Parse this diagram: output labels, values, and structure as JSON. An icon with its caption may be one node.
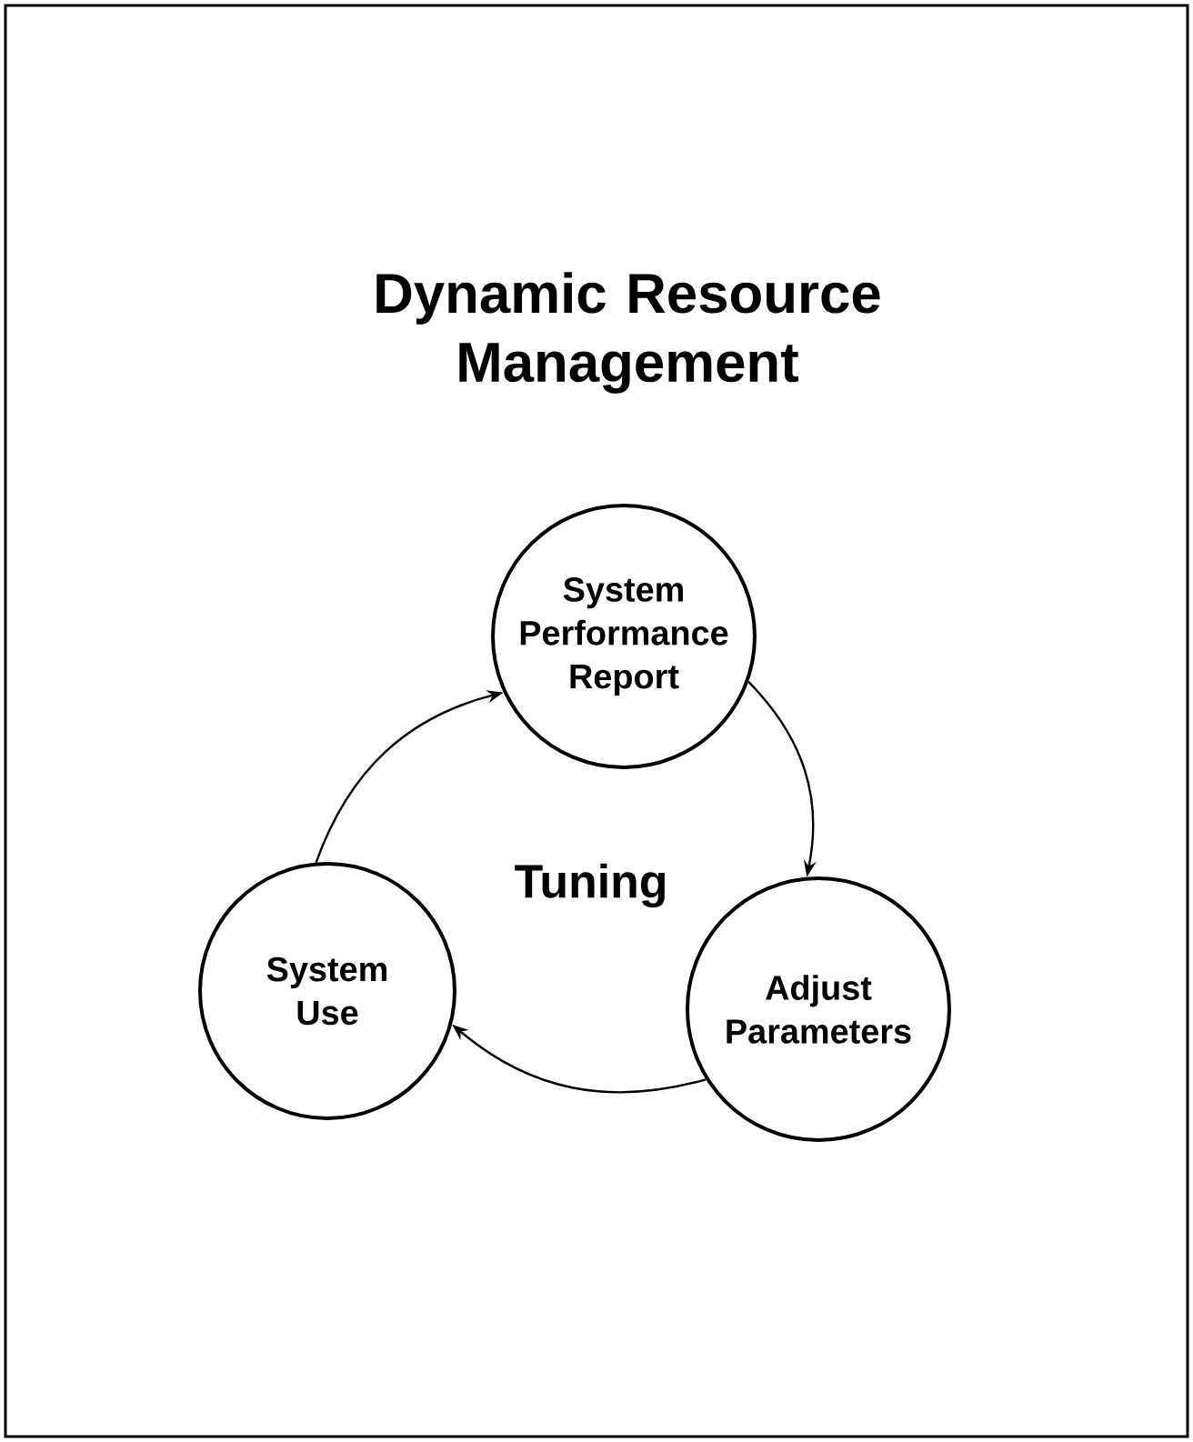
{
  "diagram": {
    "title": "Dynamic Resource Management",
    "nodes": [
      {
        "text": [
          "System Performance Report"
        ]
      },
      {
        "text": [
          "Adjust Parameters"
        ]
      },
      {
        "text": [
          "System Use"
        ]
      }
    ],
    "edges": [
      {
        "from": 0,
        "to": 1,
        "arrow": "to"
      },
      {
        "from": 1,
        "to": 2,
        "arrow": "to"
      },
      {
        "from": 2,
        "to": 0,
        "arrow": "to"
      }
    ],
    "labels": [
      "Tuning"
    ]
  }
}
